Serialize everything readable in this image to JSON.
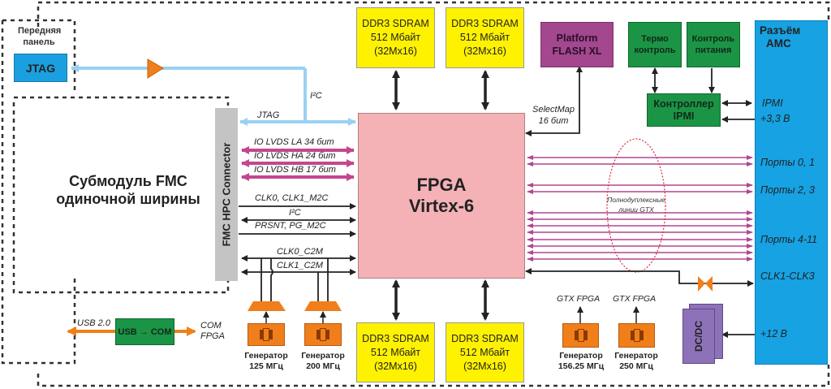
{
  "front_panel": {
    "title_line1": "Передняя",
    "title_line2": "панель",
    "jtag": "JTAG"
  },
  "fmc_submodule": {
    "line1": "Субмодуль FMC",
    "line2": "одиночной ширины"
  },
  "fmc_connector": {
    "label": "FMC HPC Connector"
  },
  "fpga": {
    "line1": "FPGA",
    "line2": "Virtex-6"
  },
  "ddr_top": [
    {
      "line1": "DDR3 SDRAM",
      "line2": "512 Мбайт",
      "line3": "(32Мx16)"
    },
    {
      "line1": "DDR3 SDRAM",
      "line2": "512 Мбайт",
      "line3": "(32Мx16)"
    }
  ],
  "ddr_bottom": [
    {
      "line1": "DDR3 SDRAM",
      "line2": "512 Мбайт",
      "line3": "(32Мx16)"
    },
    {
      "line1": "DDR3 SDRAM",
      "line2": "512 Мбайт",
      "line3": "(32Мx16)"
    }
  ],
  "platform_flash": {
    "line1": "Platform",
    "line2": "FLASH XL",
    "bus_line1": "SelectMap",
    "bus_line2": "16 бит"
  },
  "thermo": {
    "line1": "Термо",
    "line2": "контроль"
  },
  "power_ctrl": {
    "line1": "Контроль",
    "line2": "питания"
  },
  "ipmi_ctrl": {
    "line1": "Контроллер",
    "line2": "IPMI"
  },
  "amc": {
    "title_line1": "Разъём",
    "title_line2": "АМС",
    "ipmi": "IPMI",
    "v33": "+3,3 В",
    "ports01": "Порты 0, 1",
    "ports23": "Порты 2, 3",
    "ports411": "Порты 4-11",
    "clk": "CLK1-CLK3",
    "v12": "+12 В"
  },
  "gtx_note": {
    "line1": "Полнодуплексные",
    "line2": "линии GTX"
  },
  "signals": {
    "i2c_top": "I²C",
    "jtag": "JTAG",
    "lvds_la": "IO LVDS LA 34 бит",
    "lvds_ha": "IO LVDS HA 24 бит",
    "lvds_hb": "IO LVDS HB 17 бит",
    "clk_m2c": "CLK0, CLK1_M2C",
    "i2c": "I²C",
    "prsnt": "PRSNT, PG_M2C",
    "clk0_c2m": "CLK0_C2M",
    "clk1_c2m": "CLK1_C2M"
  },
  "usb": {
    "box": "USB → COM",
    "left": "USB 2.0",
    "right_line1": "COM",
    "right_line2": "FPGA"
  },
  "generators": [
    {
      "line1": "Генератор",
      "line2": "125 МГц"
    },
    {
      "line1": "Генератор",
      "line2": "200 МГц"
    },
    {
      "line1": "Генератор",
      "line2": "156.25 МГц",
      "target": "GTX FPGA"
    },
    {
      "line1": "Генератор",
      "line2": "250 МГц",
      "target": "GTX FPGA"
    }
  ],
  "dcdc": {
    "label": "DC/DC"
  },
  "colors": {
    "jtag_blue": "#1aa0e0",
    "amc_blue": "#16a2e3",
    "ddr_yellow": "#fff200",
    "fpga_pink": "#f4b2b6",
    "flash_purple": "#a3478f",
    "green": "#1b9446",
    "orange": "#f07f1b",
    "magenta": "#c4468f",
    "light_blue_line": "#9ad1f3",
    "dcdc_purple": "#8e72b9",
    "connector_gray": "#c4c4c4"
  }
}
